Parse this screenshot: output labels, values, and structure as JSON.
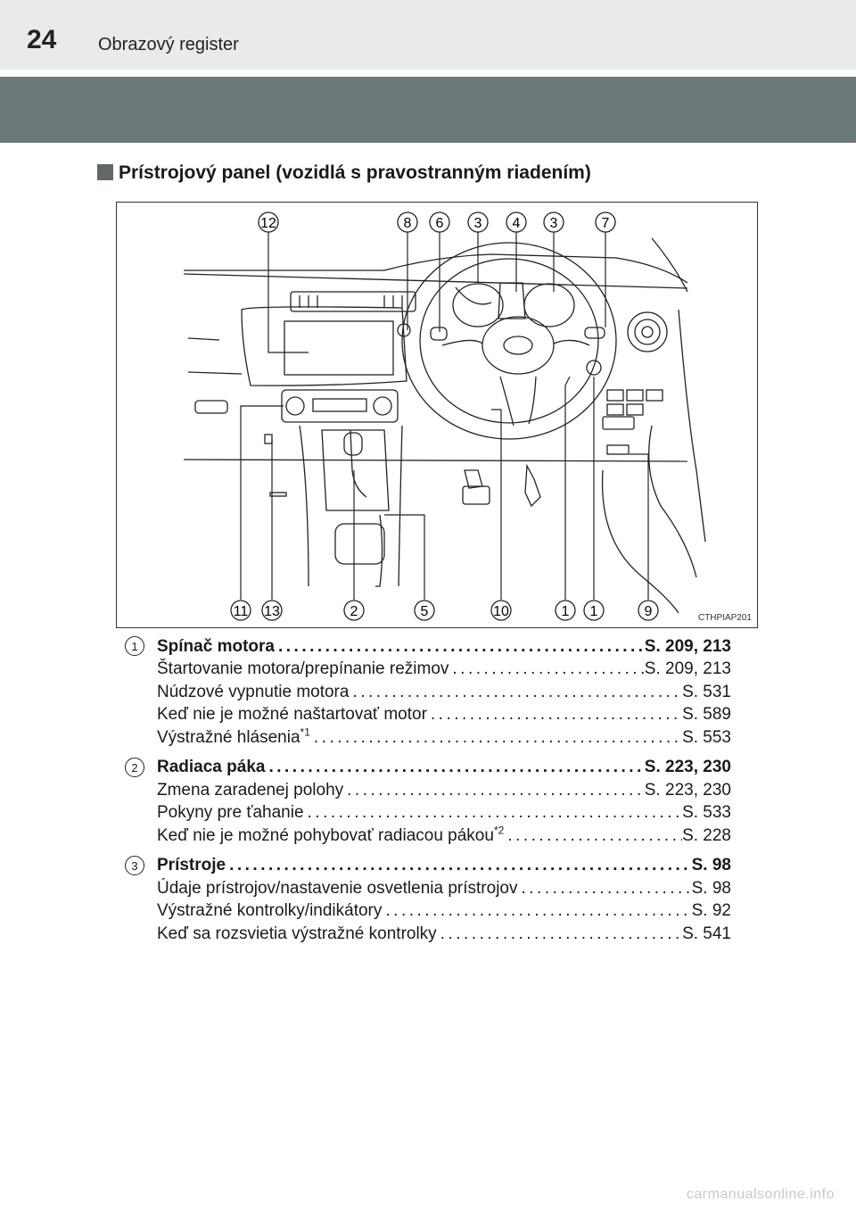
{
  "header": {
    "page_number": "24",
    "running_title": "Obrazový register"
  },
  "section": {
    "title": "Prístrojový panel (vozidlá s pravostranným riadením)"
  },
  "figure": {
    "code": "CTHPIAP201",
    "callouts_top": [
      "12",
      "8",
      "6",
      "3",
      "4",
      "3",
      "7"
    ],
    "callouts_bottom": [
      "11",
      "13",
      "2",
      "5",
      "10",
      "1",
      "1",
      "9"
    ]
  },
  "entries": [
    {
      "num": "1",
      "head": {
        "label": "Spínač motora",
        "page": "S. 209, 213"
      },
      "items": [
        {
          "label": "Štartovanie motora/prepínanie režimov",
          "page": "S. 209, 213"
        },
        {
          "label": "Núdzové vypnutie motora",
          "page": "S. 531"
        },
        {
          "label": "Keď nie je možné naštartovať motor",
          "page": "S. 589"
        },
        {
          "label": "Výstražné hlásenia",
          "sup": "*1",
          "page": "S. 553"
        }
      ]
    },
    {
      "num": "2",
      "head": {
        "label": "Radiaca páka",
        "page": "S. 223, 230"
      },
      "items": [
        {
          "label": "Zmena zaradenej polohy",
          "page": "S. 223, 230"
        },
        {
          "label": "Pokyny pre ťahanie",
          "page": "S. 533"
        },
        {
          "label": "Keď nie je možné pohybovať radiacou pákou",
          "sup": "*2",
          "page": "S. 228"
        }
      ]
    },
    {
      "num": "3",
      "head": {
        "label": "Prístroje",
        "page": "S. 98"
      },
      "items": [
        {
          "label": "Údaje prístrojov/nastavenie osvetlenia prístrojov",
          "page": "S. 98"
        },
        {
          "label": "Výstražné kontrolky/indikátory",
          "page": "S. 92"
        },
        {
          "label": "Keď sa rozsvietia výstražné kontrolky",
          "page": "S. 541"
        }
      ]
    }
  ],
  "watermark": "carmanualsonline.info"
}
